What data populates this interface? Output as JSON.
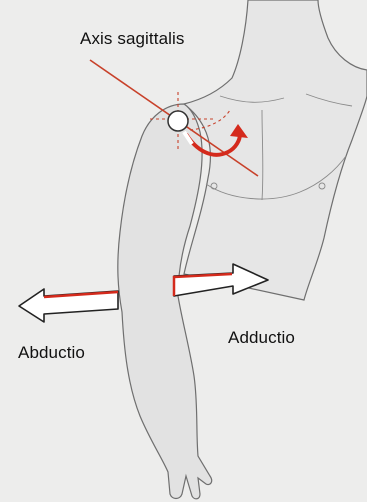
{
  "labels": {
    "axis": "Axis sagittalis",
    "abduction": "Abductio",
    "adduction": "Adductio"
  },
  "colors": {
    "background": "#ededec",
    "skin": "#e6e6e6",
    "outline": "#6f6f6f",
    "axis_line": "#c8412a",
    "accent_red": "#d42a1c",
    "arrow_fill": "#ffffff"
  }
}
